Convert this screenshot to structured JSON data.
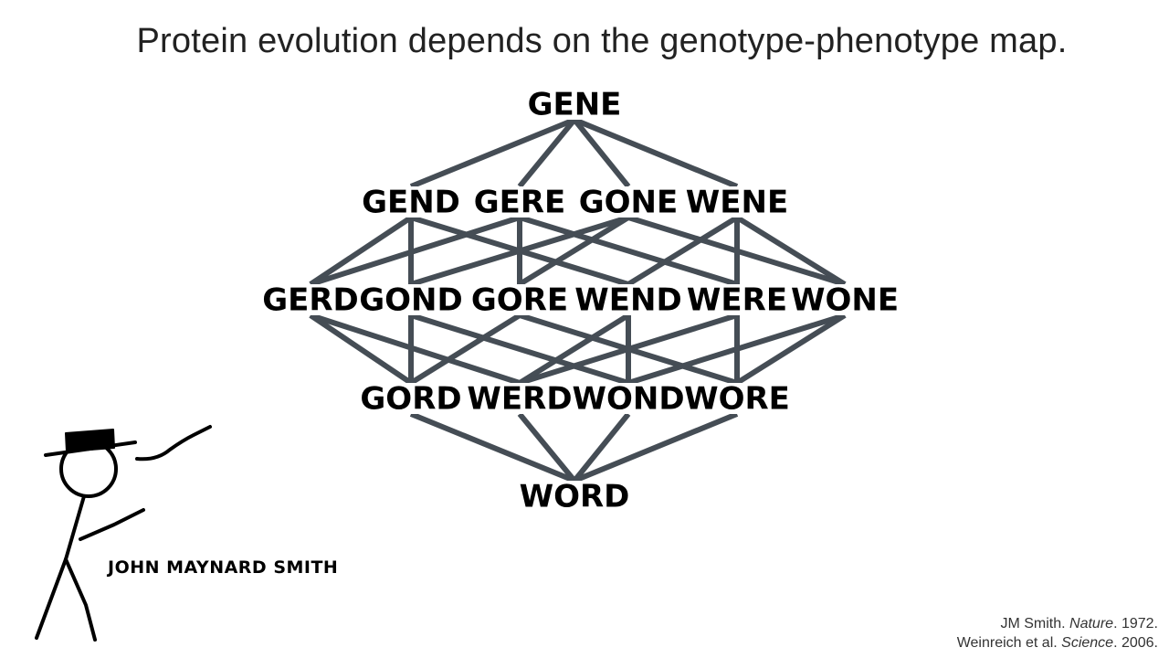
{
  "title": "Protein evolution depends on the genotype-phenotype map.",
  "diagram": {
    "nodes": [
      {
        "id": "GENE",
        "label": "GENE",
        "row": 0,
        "col": 0
      },
      {
        "id": "GEND",
        "label": "GEND",
        "row": 1,
        "col": 0
      },
      {
        "id": "GERE",
        "label": "GERE",
        "row": 1,
        "col": 1
      },
      {
        "id": "GONE",
        "label": "GONE",
        "row": 1,
        "col": 2
      },
      {
        "id": "WENE",
        "label": "WENE",
        "row": 1,
        "col": 3
      },
      {
        "id": "GERD",
        "label": "GERD",
        "row": 2,
        "col": 0
      },
      {
        "id": "GOND",
        "label": "GOND",
        "row": 2,
        "col": 1
      },
      {
        "id": "GORE",
        "label": "GORE",
        "row": 2,
        "col": 2
      },
      {
        "id": "WEND",
        "label": "WEND",
        "row": 2,
        "col": 3
      },
      {
        "id": "WERE",
        "label": "WERE",
        "row": 2,
        "col": 4
      },
      {
        "id": "WONE",
        "label": "WONE",
        "row": 2,
        "col": 5
      },
      {
        "id": "GORD",
        "label": "GORD",
        "row": 3,
        "col": 0
      },
      {
        "id": "WERD",
        "label": "WERD",
        "row": 3,
        "col": 1
      },
      {
        "id": "WOND",
        "label": "WOND",
        "row": 3,
        "col": 2
      },
      {
        "id": "WORE",
        "label": "WORE",
        "row": 3,
        "col": 3
      },
      {
        "id": "WORD",
        "label": "WORD",
        "row": 4,
        "col": 0
      }
    ],
    "edges": [
      [
        "GENE",
        "GEND"
      ],
      [
        "GENE",
        "GERE"
      ],
      [
        "GENE",
        "GONE"
      ],
      [
        "GENE",
        "WENE"
      ],
      [
        "GEND",
        "GERD"
      ],
      [
        "GEND",
        "GOND"
      ],
      [
        "GEND",
        "WEND"
      ],
      [
        "GERE",
        "GERD"
      ],
      [
        "GERE",
        "GORE"
      ],
      [
        "GERE",
        "WERE"
      ],
      [
        "GONE",
        "GOND"
      ],
      [
        "GONE",
        "GORE"
      ],
      [
        "GONE",
        "WONE"
      ],
      [
        "WENE",
        "WEND"
      ],
      [
        "WENE",
        "WERE"
      ],
      [
        "WENE",
        "WONE"
      ],
      [
        "GERD",
        "GORD"
      ],
      [
        "GERD",
        "WERD"
      ],
      [
        "GOND",
        "GORD"
      ],
      [
        "GOND",
        "WOND"
      ],
      [
        "GORE",
        "GORD"
      ],
      [
        "GORE",
        "WORE"
      ],
      [
        "WEND",
        "WERD"
      ],
      [
        "WEND",
        "WOND"
      ],
      [
        "WERE",
        "WERD"
      ],
      [
        "WERE",
        "WORE"
      ],
      [
        "WONE",
        "WOND"
      ],
      [
        "WONE",
        "WORE"
      ],
      [
        "GORD",
        "WORD"
      ],
      [
        "WERD",
        "WORD"
      ],
      [
        "WOND",
        "WORD"
      ],
      [
        "WORE",
        "WORD"
      ]
    ]
  },
  "figure": {
    "caption": "JOHN MAYNARD SMITH"
  },
  "references": {
    "ref1_authors": "JM Smith. ",
    "ref1_journal": "Nature",
    "ref1_year": ". 1972.",
    "ref2_authors": "Weinreich et al. ",
    "ref2_journal": "Science",
    "ref2_year": ". 2006."
  }
}
